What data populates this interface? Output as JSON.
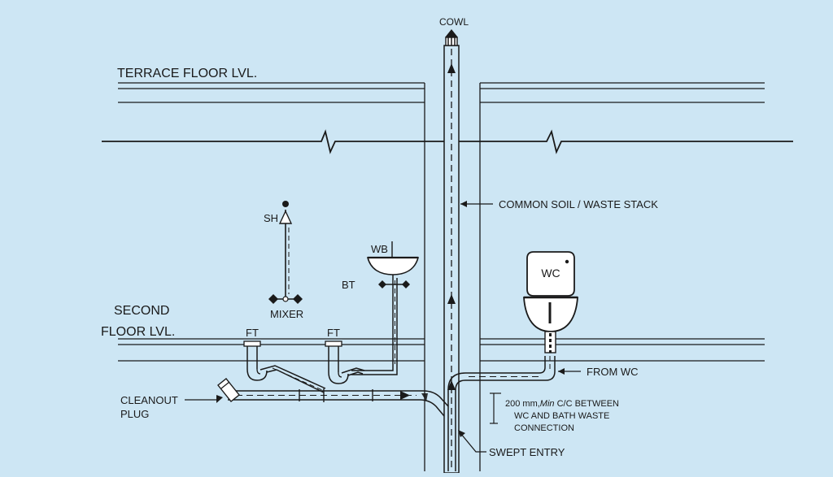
{
  "labels": {
    "cowl": "COWL",
    "terrace_floor": "TERRACE FLOOR LVL.",
    "common_stack": "COMMON SOIL / WASTE STACK",
    "shower": "SH",
    "mixer": "MIXER",
    "wash_basin": "WB",
    "bib_tap": "BT",
    "wc": "WC",
    "second_floor_line1": "SECOND",
    "second_floor_line2": "FLOOR LVL.",
    "floor_trap_1": "FT",
    "floor_trap_2": "FT",
    "from_wc": "FROM WC",
    "cleanout_line1": "CLEANOUT",
    "cleanout_line2": "PLUG",
    "spacing_prefix": "200 mm,",
    "spacing_min": "Min",
    "spacing_suffix": " C/C BETWEEN",
    "spacing_line2": "WC AND BATH WASTE",
    "spacing_line3": "CONNECTION",
    "swept_entry": "SWEPT ENTRY"
  },
  "colors": {
    "background": "#cde6f4",
    "line": "#1a1a1a",
    "fill": "#ffffff"
  }
}
